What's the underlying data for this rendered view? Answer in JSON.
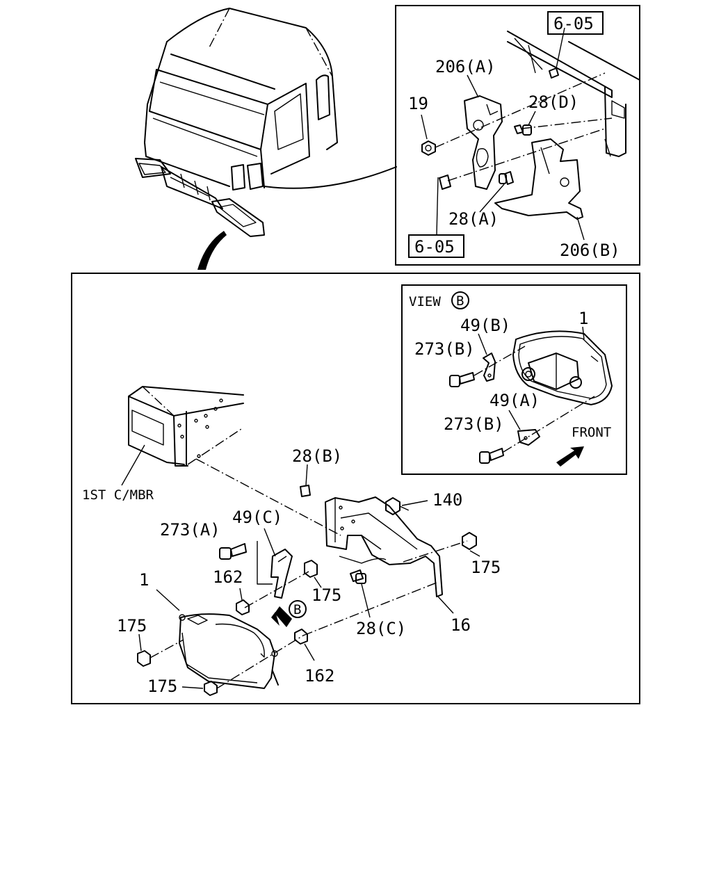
{
  "callouts": {
    "ref_top": "6-05",
    "ref_bottom": "6-05",
    "p206a": "206(A)",
    "p206b": "206(B)",
    "p19": "19",
    "p28d": "28(D)",
    "p28a": "28(A)",
    "view_b": "VIEW",
    "view_b_letter": "B",
    "p49b": "49(B)",
    "p1_view": "1",
    "p273b_1": "273(B)",
    "p49a": "49(A)",
    "p273b_2": "273(B)",
    "front": "FRONT",
    "p28b": "28(B)",
    "p140": "140",
    "p1st_cmbr": "1ST C/MBR",
    "p273a": "273(A)",
    "p49c": "49(C)",
    "p175_right": "175",
    "p162_upper": "162",
    "p175_mid": "175",
    "p1_main": "1",
    "p175_left": "175",
    "b_marker": "B",
    "p28c": "28(C)",
    "p16": "16",
    "p162_lower": "162",
    "p175_bottom": "175"
  }
}
